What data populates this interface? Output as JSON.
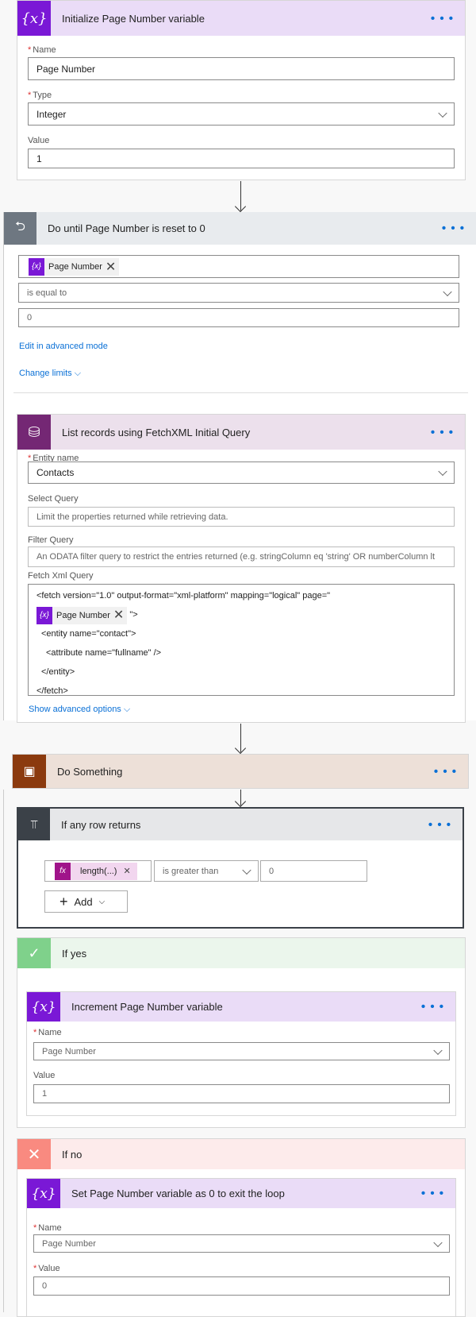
{
  "init": {
    "title": "Initialize Page Number variable",
    "name_label": "Name",
    "name_value": "Page Number",
    "type_label": "Type",
    "type_value": "Integer",
    "value_label": "Value",
    "value": "1",
    "icon": "variable-icon"
  },
  "do_until": {
    "title": "Do until Page Number is reset to 0",
    "token": "Page Number",
    "operator": "is equal to",
    "value": "0",
    "edit_link": "Edit in advanced mode",
    "limits_link": "Change limits",
    "icon": "loop-icon"
  },
  "list": {
    "title": "List records using FetchXML Initial Query",
    "entity_label": "Entity name",
    "entity_value": "Contacts",
    "select_label": "Select Query",
    "select_placeholder": "Limit the properties returned while retrieving data.",
    "filter_label": "Filter Query",
    "filter_placeholder": "An ODATA filter query to restrict the entries returned (e.g. stringColumn eq 'string' OR numberColumn lt",
    "fetch_label": "Fetch Xml Query",
    "fetch_lines": [
      "<fetch version=\"1.0\" output-format=\"xml-platform\" mapping=\"logical\" page=\"",
      "\">",
      " <entity name=\"contact\">",
      "  <attribute name=\"fullname\" />",
      " </entity>",
      "</fetch>"
    ],
    "fetch_token": "Page Number",
    "advanced_link": "Show advanced options",
    "icon": "database-icon"
  },
  "do_something": {
    "title": "Do Something",
    "icon": "scope-icon"
  },
  "condition": {
    "title": "If any row returns",
    "token": "length(...)",
    "operator": "is greater than",
    "value": "0",
    "add_label": "Add",
    "icon": "condition-icon"
  },
  "if_yes": {
    "title": "If yes",
    "action": {
      "title": "Increment Page Number variable",
      "name_label": "Name",
      "name_value": "Page Number",
      "value_label": "Value",
      "value": "1"
    }
  },
  "if_no": {
    "title": "If no",
    "action": {
      "title": "Set Page Number variable as 0 to exit the loop",
      "name_label": "Name",
      "name_value": "Page Number",
      "value_label": "Value",
      "value": "0"
    }
  },
  "more_label": "• • •",
  "colors": {
    "variable": "#7a18d6",
    "variable_bg": "#eadcf7",
    "loop": "#6e7781",
    "list": "#742774",
    "scope": "#8b3a0e",
    "yes": "#7fd18b",
    "no": "#f98a80"
  }
}
